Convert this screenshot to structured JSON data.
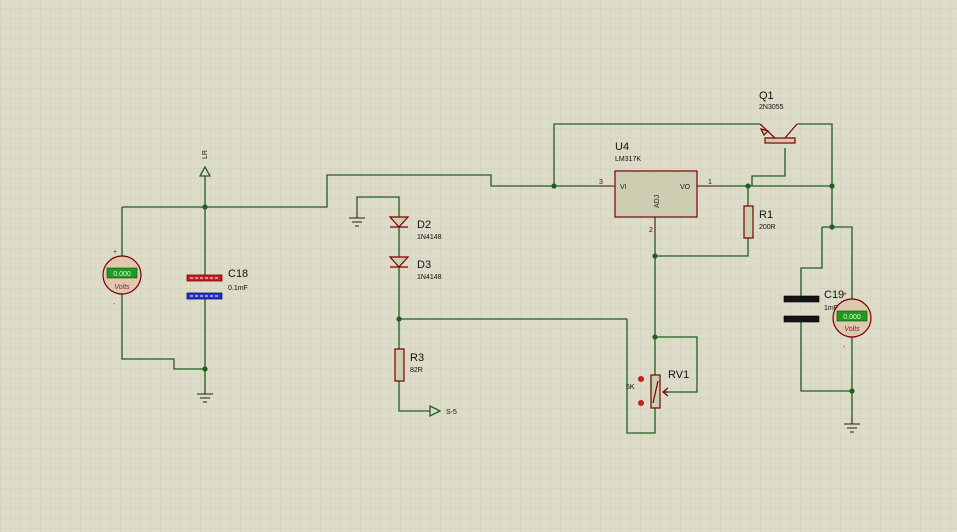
{
  "components": {
    "q1": {
      "ref": "Q1",
      "value": "2N3055"
    },
    "u4": {
      "ref": "U4",
      "value": "LM317K",
      "pin_vi": "VI",
      "pin_vo": "VO",
      "pin_adj": "ADJ",
      "pin3": "3",
      "pin1": "1",
      "pin2": "2"
    },
    "r1": {
      "ref": "R1",
      "value": "200R"
    },
    "c18": {
      "ref": "C18",
      "value": "0.1mF"
    },
    "c19": {
      "ref": "C19",
      "value": "1mF"
    },
    "d2": {
      "ref": "D2",
      "value": "1N4148"
    },
    "d3": {
      "ref": "D3",
      "value": "1N4148"
    },
    "r3": {
      "ref": "R3",
      "value": "82R"
    },
    "rv1": {
      "ref": "RV1",
      "value": "5K"
    }
  },
  "voltmeters": {
    "left": {
      "display": "0.000",
      "unit": "Volts",
      "plus": "+",
      "minus": "-"
    },
    "right": {
      "display": "0.000",
      "unit": "Volts",
      "plus": "+",
      "minus": "-"
    }
  },
  "terminals": {
    "lr": "LR",
    "s5": "S-5"
  },
  "colors": {
    "background": "#dcdcc9",
    "grid": "#c4c4b0",
    "wire": "#1f5f1f",
    "component": "#7a0000",
    "meter_display": "#1f9a1f"
  }
}
